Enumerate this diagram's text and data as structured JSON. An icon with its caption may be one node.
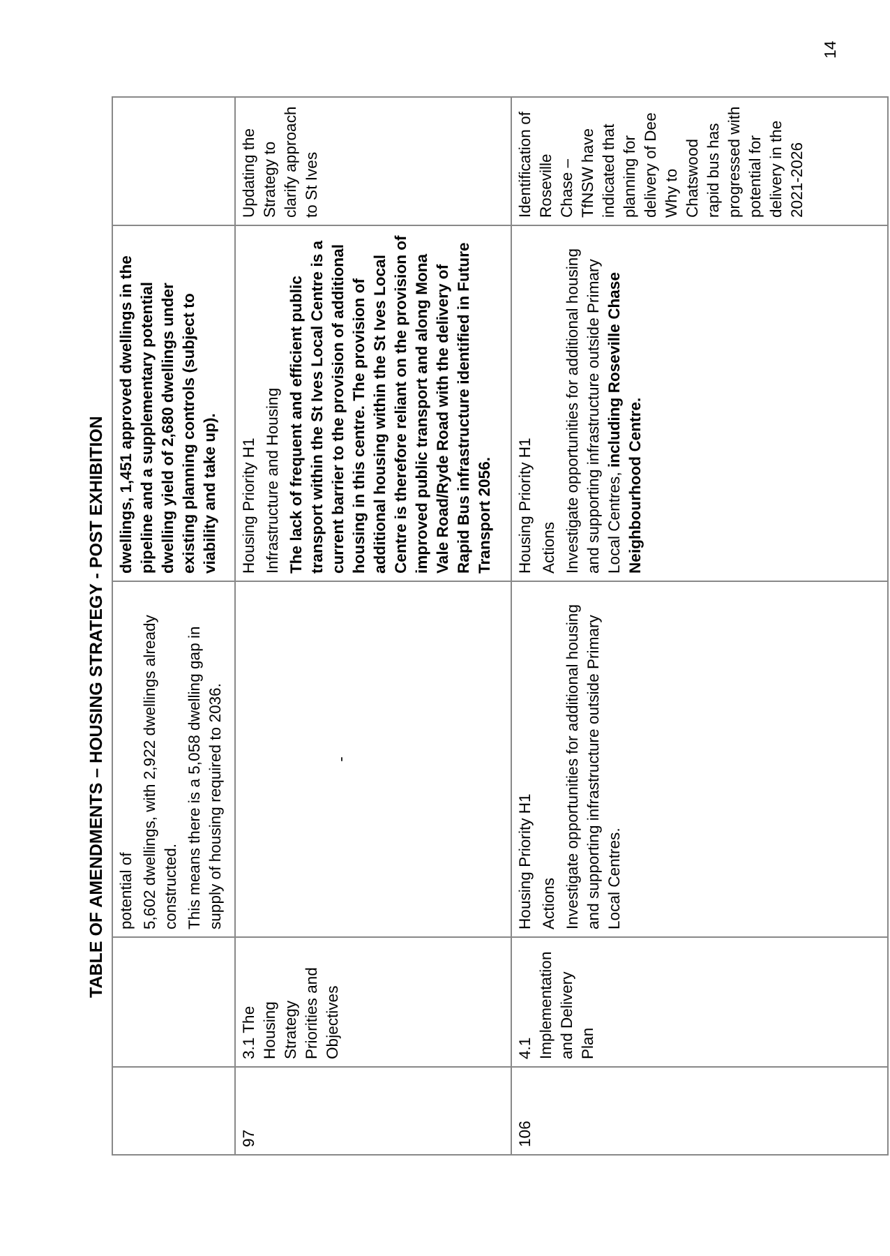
{
  "diagram": {
    "title": "TABLE OF AMENDMENTS – HOUSING STRATEGY - POST EXHIBITION",
    "labels": [
      "potential of",
      "5,602 dwellings, with 2,922 dwellings already constructed.",
      "This means there is a 5,058 dwelling gap in supply of housing required to 2036.",
      "dwellings, 1,451 approved dwellings in the pipeline and a supplementary potential dwelling yield of 2,680 dwellings under existing planning controls (subject to viability and take up).",
      "97",
      "3.1 The Housing Strategy Priorities and Objectives",
      "-",
      "Housing Priority H1",
      "Infrastructure and Housing",
      "The lack of frequent and efficient public transport within the St Ives Local Centre is a current barrier to the provision of additional housing in this centre. The provision of additional housing within the St Ives Local Centre is therefore reliant on the provision of improved public transport and along Mona Vale Road/Ryde Road with the delivery of Rapid Bus infrastructure identified in Future Transport 2056.",
      "Updating the Strategy to clarify approach to St Ives",
      "106",
      "4.1 Implementation and Delivery Plan",
      "Housing Priority H1",
      "Actions",
      "Investigate opportunities for additional housing and supporting infrastructure outside Primary Local Centres.",
      "Housing Priority H1",
      "Actions",
      "Investigate opportunities for additional housing and supporting infrastructure outside Primary Local Centres, **including Roseville Chase Neighbourhood Centre.**",
      "Identification of Roseville Chase – TfNSW have indicated that planning for delivery of Dee Why to Chatswood rapid bus has progressed with potential for delivery in the 2021-2026",
      "14"
    ]
  }
}
